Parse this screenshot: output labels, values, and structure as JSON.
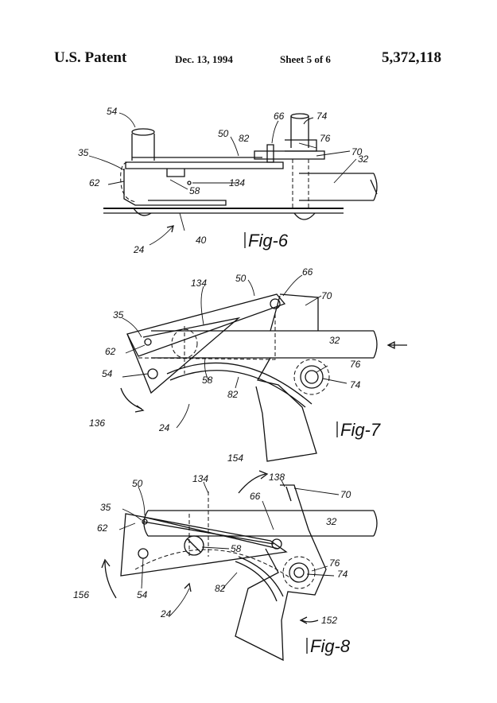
{
  "header": {
    "patent_label": "U.S. Patent",
    "date": "Dec. 13, 1994",
    "sheet": "Sheet 5 of 6",
    "patent_number": "5,372,118"
  },
  "figures": [
    {
      "title": "Fig-6",
      "refs": [
        "54",
        "66",
        "74",
        "76",
        "50",
        "82",
        "70",
        "32",
        "35",
        "62",
        "58",
        "134",
        "24",
        "40"
      ]
    },
    {
      "title": "Fig-7",
      "refs": [
        "50",
        "66",
        "134",
        "70",
        "35",
        "32",
        "62",
        "76",
        "54",
        "58",
        "82",
        "74",
        "136",
        "24"
      ]
    },
    {
      "title": "Fig-8",
      "refs": [
        "154",
        "138",
        "50",
        "134",
        "66",
        "70",
        "35",
        "32",
        "62",
        "58",
        "76",
        "74",
        "156",
        "54",
        "82",
        "24",
        "152"
      ]
    }
  ]
}
